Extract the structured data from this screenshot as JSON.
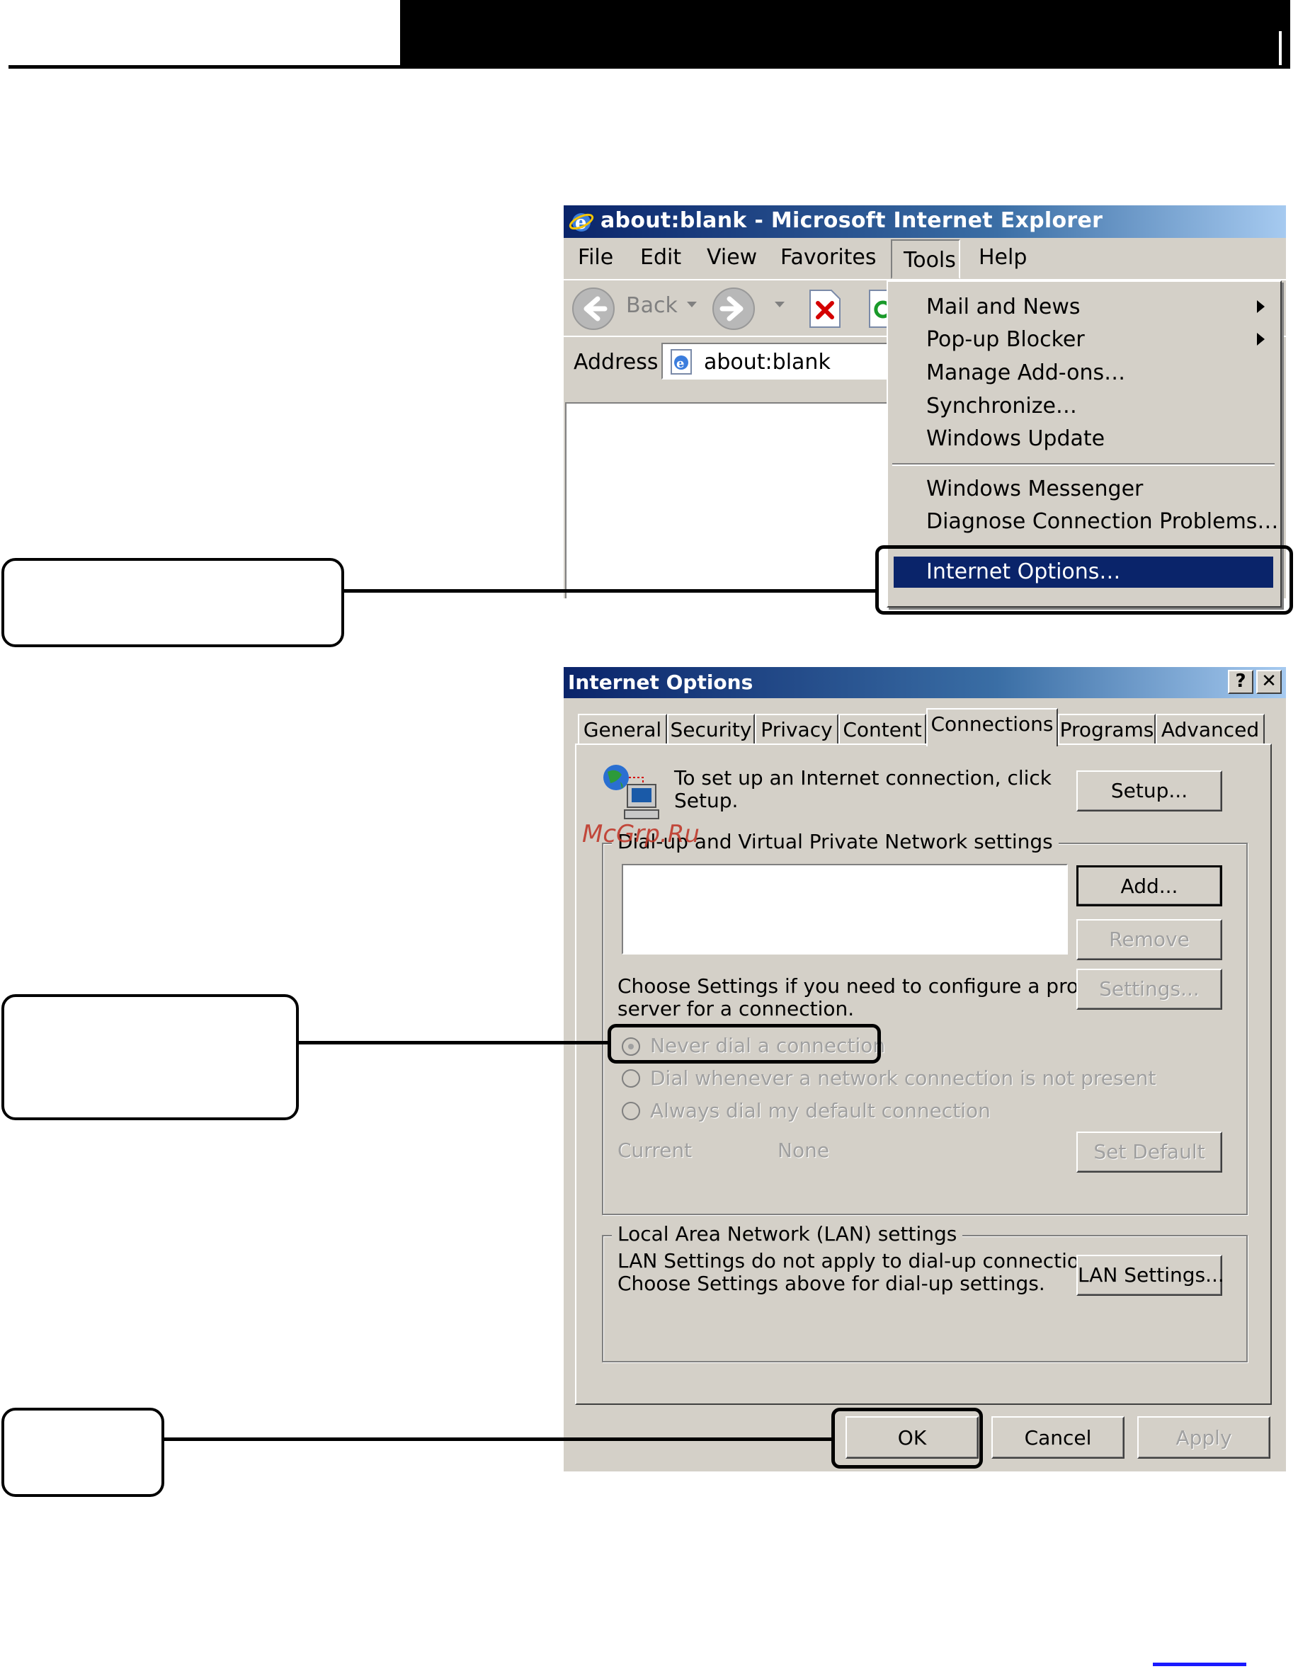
{
  "ie_window": {
    "title": "about:blank - Microsoft Internet Explorer",
    "menus": [
      "File",
      "Edit",
      "View",
      "Favorites",
      "Tools",
      "Help"
    ],
    "back_label": "Back",
    "address_label": "Address",
    "address_value": "about:blank"
  },
  "tools_menu": {
    "items": [
      "Mail and News",
      "Pop-up Blocker",
      "Manage Add-ons…",
      "Synchronize…",
      "Windows Update",
      "Windows Messenger",
      "Diagnose Connection Problems…",
      "Internet Options…"
    ],
    "selected": "Internet Options…"
  },
  "dialog": {
    "title": "Internet Options",
    "help_button": "?",
    "close_button": "✕",
    "tabs": [
      "General",
      "Security",
      "Privacy",
      "Content",
      "Connections",
      "Programs",
      "Advanced"
    ],
    "active_tab": "Connections",
    "setup_text_1": "To set up an Internet connection, click",
    "setup_text_2": "Setup.",
    "setup_button": "Setup...",
    "dialup_group": "Dial-up and Virtual Private Network settings",
    "add_button": "Add...",
    "remove_button": "Remove",
    "settings_button": "Settings...",
    "proxy_text_1": "Choose Settings if you need to configure a proxy",
    "proxy_text_2": "server for a connection.",
    "radio_never": "Never dial a connection",
    "radio_whenever": "Dial whenever a network connection is not present",
    "radio_always": "Always dial my default connection",
    "current_label": "Current",
    "current_value": "None",
    "set_default_button": "Set Default",
    "lan_group": "Local Area Network (LAN) settings",
    "lan_text_1": "LAN Settings do not apply to dial-up connections.",
    "lan_text_2": "Choose Settings above for dial-up settings.",
    "lan_settings_button": "LAN Settings...",
    "ok_button": "OK",
    "cancel_button": "Cancel",
    "apply_button": "Apply"
  },
  "watermark": "McGrp.Ru",
  "colors": {
    "title_bar_start": "#0a246a",
    "title_bar_end": "#a6caf0",
    "window_face": "#d4d0c8",
    "selection": "#0a246a",
    "watermark": "#c0392b"
  }
}
